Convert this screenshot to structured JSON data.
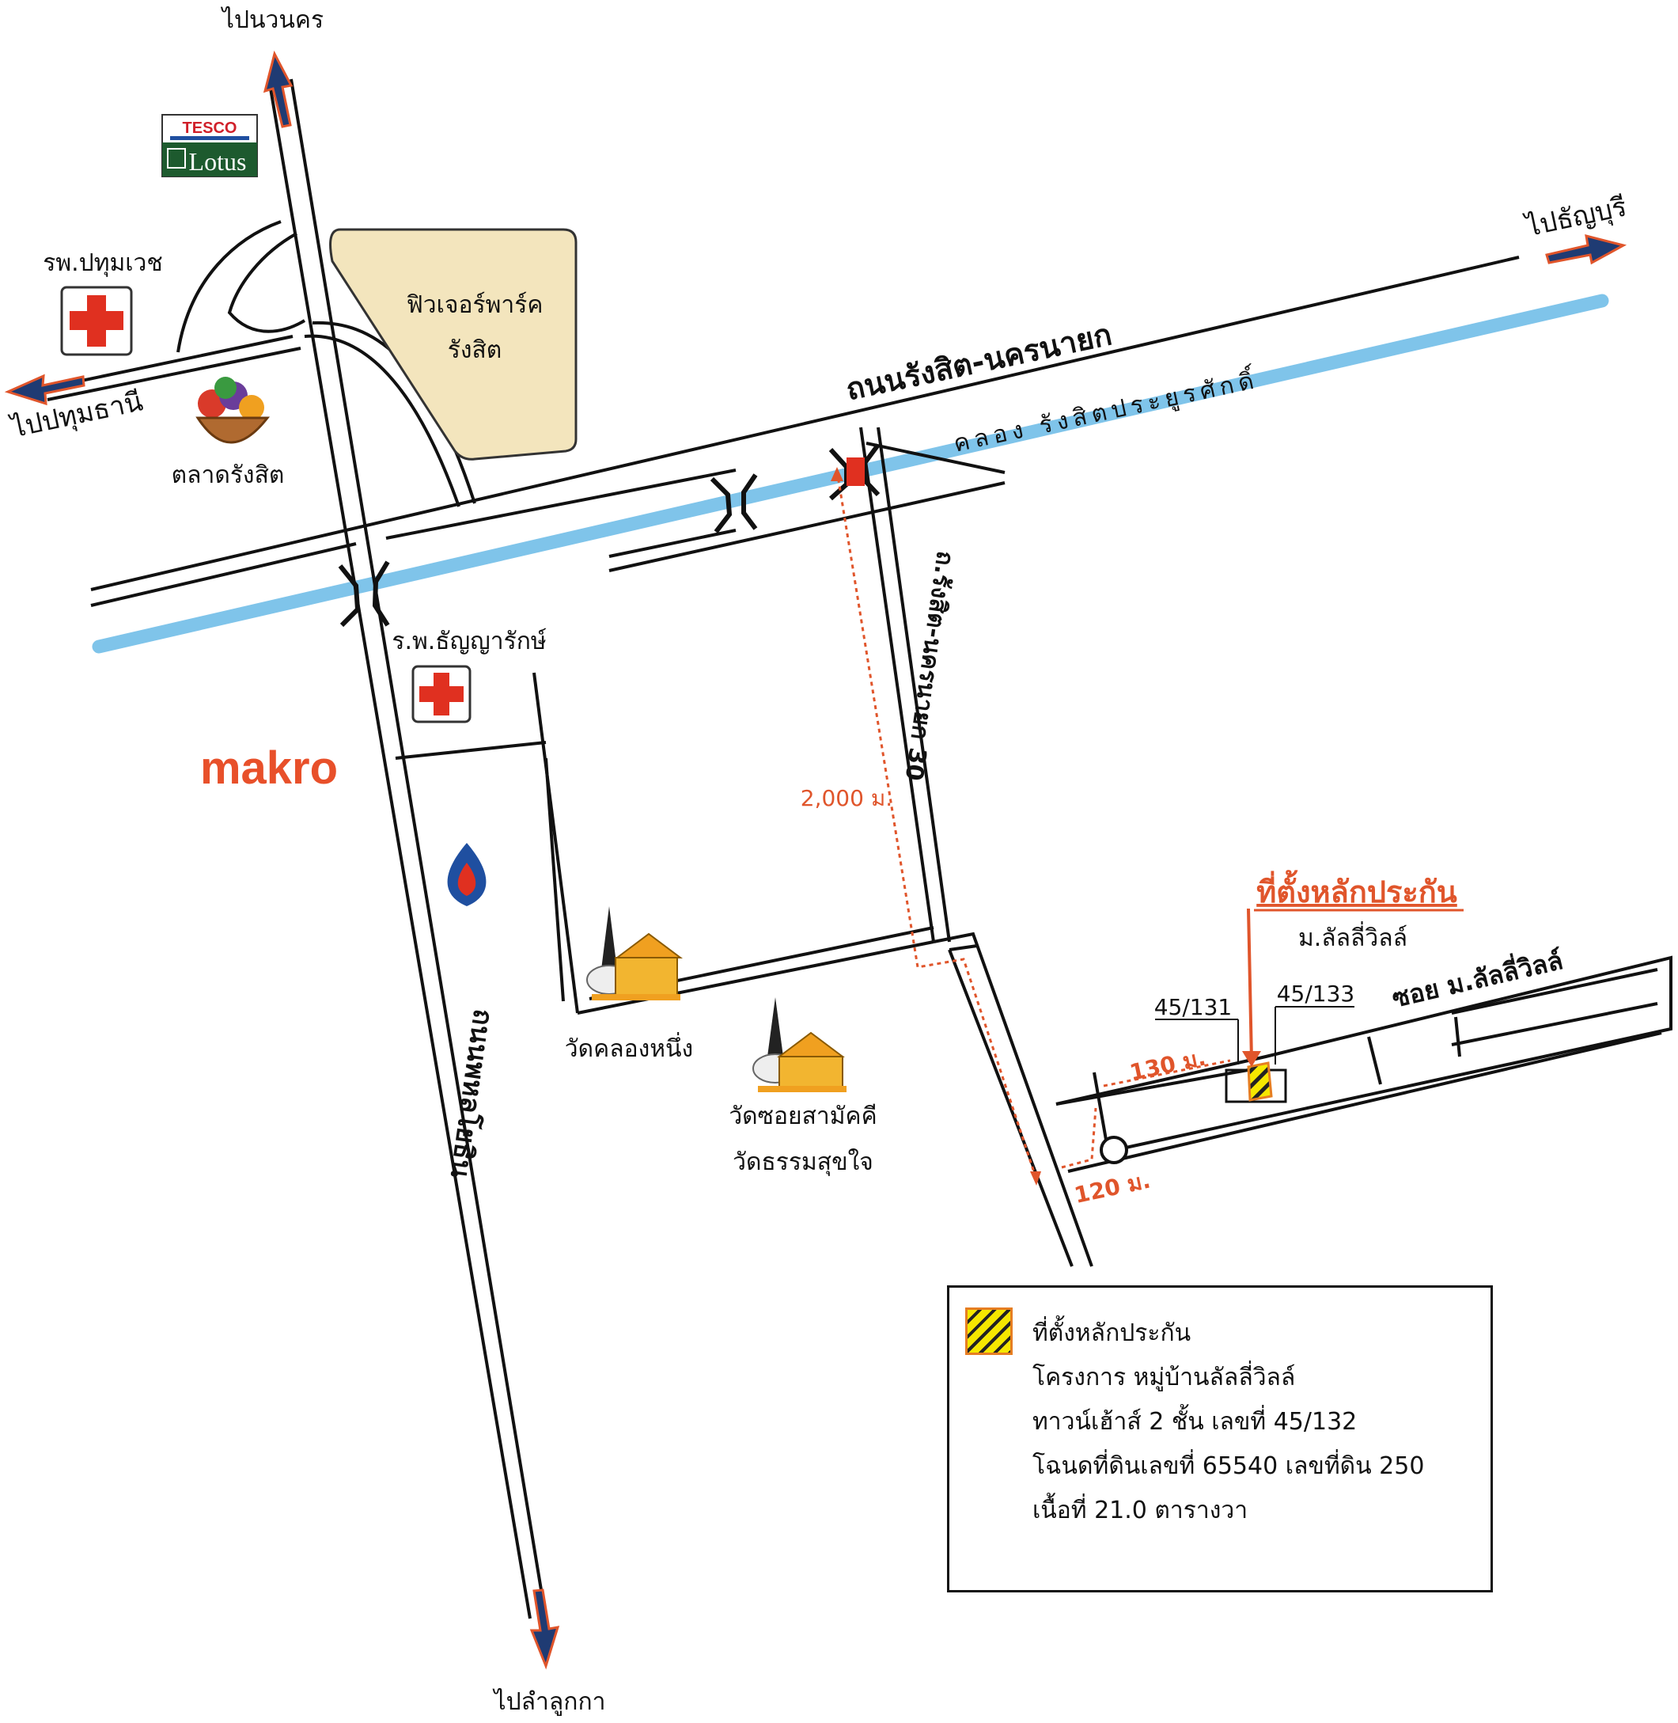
{
  "directions": {
    "north": "ไปนวนคร",
    "east": "ไปธัญบุรี",
    "west": "ไปปทุมธานี",
    "south": "ไปลำลูกกา"
  },
  "roads": {
    "main_road": "ถนนรังสิต-นครนายก",
    "canal": "คลอง รังสิตประยูรศักดิ์",
    "soi_30": "ถ.รังสิต-นครนายก 30",
    "phahonyothin": "ถนนพหลโยธิน",
    "soi_lilly": "ซอย ม.ลัลลี่วิลล์"
  },
  "landmarks": {
    "tesco_top": "TESCO",
    "tesco_bottom": "Lotus",
    "hospital_1": "รพ.ปทุมเวช",
    "market": "ตลาดรังสิต",
    "future_park_line1": "ฟิวเจอร์พาร์ค",
    "future_park_line2": "รังสิต",
    "hospital_2": "ร.พ.ธัญญารักษ์",
    "makro": "makro",
    "temple_1": "วัดคลองหนึ่ง",
    "temple_2": "วัดซอยสามัคคี",
    "temple_3": "วัดธรรมสุขใจ",
    "village": "ม.ลัลลี่วิลล์"
  },
  "target": {
    "title": "ที่ตั้งหลักประกัน",
    "house_left": "45/131",
    "house_right": "45/133"
  },
  "distances": {
    "d1": "2,000 ม.",
    "d2": "130 ม.",
    "d3": "120 ม."
  },
  "legend": {
    "line1": "ที่ตั้งหลักประกัน",
    "line2": "โครงการ หมู่บ้านลัลลี่วิลล์",
    "line3": "ทาวน์เฮ้าส์ 2 ชั้น เลขที่ 45/132",
    "line4": "โฉนดที่ดินเลขที่ 65540 เลขที่ดิน 250",
    "line5": "เนื้อที่ 21.0 ตารางวา"
  },
  "colors": {
    "canal": "#7fc4ea",
    "accent": "#e0552b",
    "arrow_fill": "#1f3b73",
    "hatch_yellow": "#f5e700",
    "red_cross": "#e03020"
  },
  "icons": [
    "north-arrow-icon",
    "east-arrow-icon",
    "west-arrow-icon",
    "south-arrow-icon",
    "hospital-cross-icon",
    "fruit-basket-icon",
    "temple-icon",
    "ptt-logo-icon",
    "bridge-icon"
  ]
}
